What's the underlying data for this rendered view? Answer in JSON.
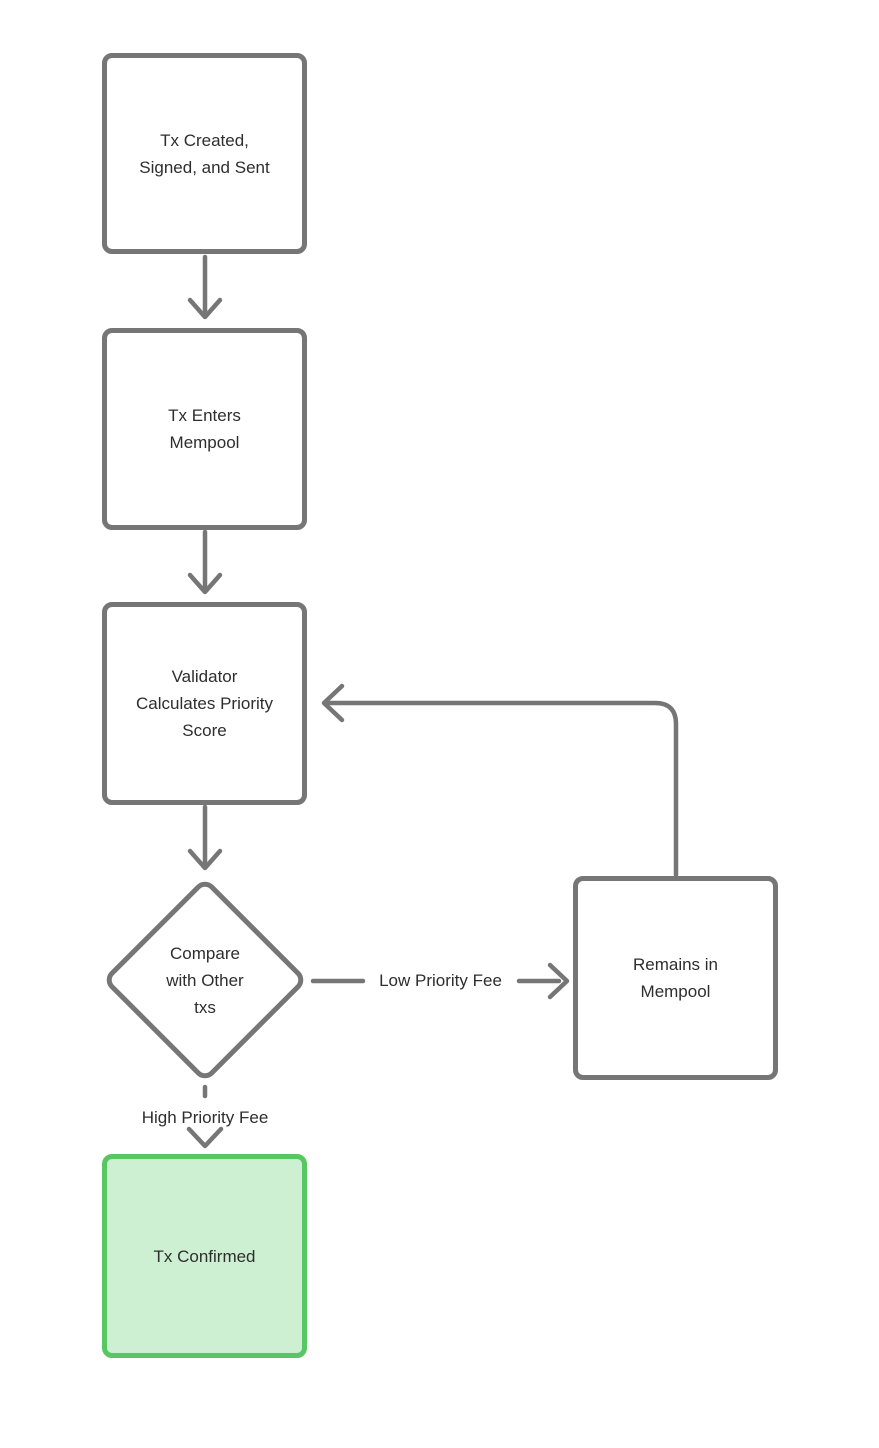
{
  "colors": {
    "connector": "#767676",
    "node_border": "#767676",
    "node_fill": "#ffffff",
    "text": "#2e2e2e",
    "confirmed_border": "#58c763",
    "confirmed_fill": "#cdf0d3"
  },
  "flowchart": {
    "nodes": {
      "created": {
        "lines": [
          "Tx Created,",
          "Signed, and Sent"
        ]
      },
      "enters": {
        "lines": [
          "Tx Enters",
          "Mempool"
        ]
      },
      "validator": {
        "lines": [
          "Validator",
          "Calculates Priority",
          "Score"
        ]
      },
      "compare": {
        "lines": [
          "Compare",
          "with Other",
          "txs"
        ]
      },
      "remains": {
        "lines": [
          "Remains in",
          "Mempool"
        ]
      },
      "confirmed": {
        "lines": [
          "Tx Confirmed"
        ]
      }
    },
    "edge_labels": {
      "low_priority": "Low Priority Fee",
      "high_priority": "High Priority Fee"
    }
  }
}
